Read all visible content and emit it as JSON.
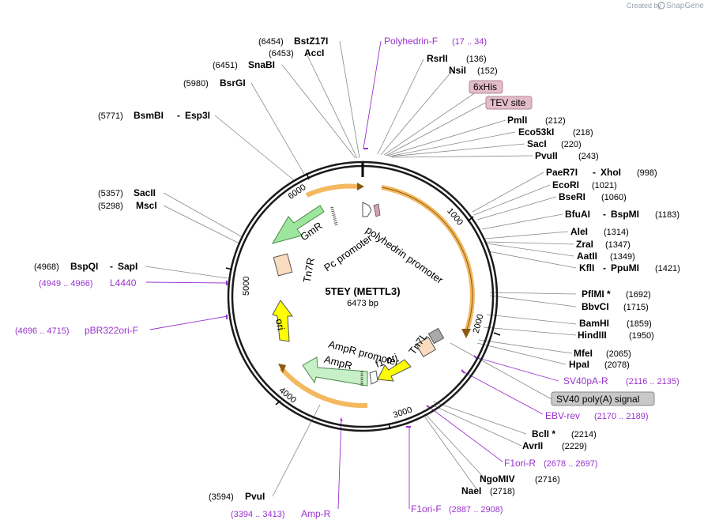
{
  "watermark": {
    "text": "Created by",
    "brand": "SnapGene"
  },
  "plasmid": {
    "name": "5TEY (METTL3)",
    "length": "6473 bp"
  },
  "ticks": [
    "1000",
    "2000",
    "3000",
    "4000",
    "5000",
    "6000"
  ],
  "features": {
    "polyhedrin_promoter": "polyhedrin promoter",
    "pc_promoter": "Pc promoter",
    "gmr": "GmR",
    "tn7r": "Tn7R",
    "ori": "ori",
    "ampr_promoter": "AmpR promoter",
    "ampr": "AmpR",
    "f1_ori": "f1 ori",
    "tn7l": "Tn7L"
  },
  "boxed": {
    "his": "6xHis",
    "tev": "TEV site",
    "sv40": "SV40 poly(A) signal"
  },
  "sites": [
    {
      "name": "BstZ17I",
      "pos": "(6454)"
    },
    {
      "name": "AccI",
      "pos": "(6453)"
    },
    {
      "name": "SnaBI",
      "pos": "(6451)"
    },
    {
      "name": "BsrGI",
      "pos": "(5980)"
    },
    {
      "name": "BsmBI",
      "name2": "Esp3I",
      "pos": "(5771)"
    },
    {
      "name": "SacII",
      "pos": "(5357)"
    },
    {
      "name": "MscI",
      "pos": "(5298)"
    },
    {
      "name": "BspQI",
      "name2": "SapI",
      "pos": "(4968)"
    },
    {
      "name": "PvuI",
      "pos": "(3594)"
    },
    {
      "name": "RsrII",
      "pos": "(136)"
    },
    {
      "name": "NsiI",
      "pos": "(152)"
    },
    {
      "name": "PmlI",
      "pos": "(212)"
    },
    {
      "name": "Eco53kI",
      "pos": "(218)"
    },
    {
      "name": "SacI",
      "pos": "(220)"
    },
    {
      "name": "PvuII",
      "pos": "(243)"
    },
    {
      "name": "PaeR7I",
      "name2": "XhoI",
      "pos": "(998)"
    },
    {
      "name": "EcoRI",
      "pos": "(1021)"
    },
    {
      "name": "BseRI",
      "pos": "(1060)"
    },
    {
      "name": "BfuAI",
      "name2": "BspMI",
      "pos": "(1183)"
    },
    {
      "name": "AleI",
      "pos": "(1314)"
    },
    {
      "name": "ZraI",
      "pos": "(1347)"
    },
    {
      "name": "AatII",
      "pos": "(1349)"
    },
    {
      "name": "KflI",
      "name2": "PpuMI",
      "pos": "(1421)"
    },
    {
      "name": "PflMI *",
      "pos": "(1692)"
    },
    {
      "name": "BbvCI",
      "pos": "(1715)"
    },
    {
      "name": "BamHI",
      "pos": "(1859)"
    },
    {
      "name": "HindIII",
      "pos": "(1950)"
    },
    {
      "name": "MfeI",
      "pos": "(2065)"
    },
    {
      "name": "HpaI",
      "pos": "(2078)"
    },
    {
      "name": "BclI *",
      "pos": "(2214)"
    },
    {
      "name": "AvrII",
      "pos": "(2229)"
    },
    {
      "name": "NgoMIV",
      "pos": "(2716)"
    },
    {
      "name": "NaeI",
      "pos": "(2718)"
    }
  ],
  "primers": [
    {
      "name": "Polyhedrin-F",
      "pos": "(17 .. 34)"
    },
    {
      "name": "L4440",
      "pos": "(4949 .. 4966)"
    },
    {
      "name": "pBR322ori-F",
      "pos": "(4696 .. 4715)"
    },
    {
      "name": "Amp-R",
      "pos": "(3394 .. 3413)"
    },
    {
      "name": "SV40pA-R",
      "pos": "(2116 .. 2135)"
    },
    {
      "name": "EBV-rev",
      "pos": "(2170 .. 2189)"
    },
    {
      "name": "F1ori-R",
      "pos": "(2678 .. 2697)"
    },
    {
      "name": "F1ori-F",
      "pos": "(2887 .. 2908)"
    }
  ],
  "colors": {
    "backbone": "#1a1a1a",
    "orf": "#f4b860",
    "primer": "#9933cc",
    "gmr": "#9ee69e",
    "ampr": "#c8f0c8",
    "ori": "#ffff00",
    "tn7": "#f9dcc0",
    "his_box": "#e3bcc7"
  }
}
